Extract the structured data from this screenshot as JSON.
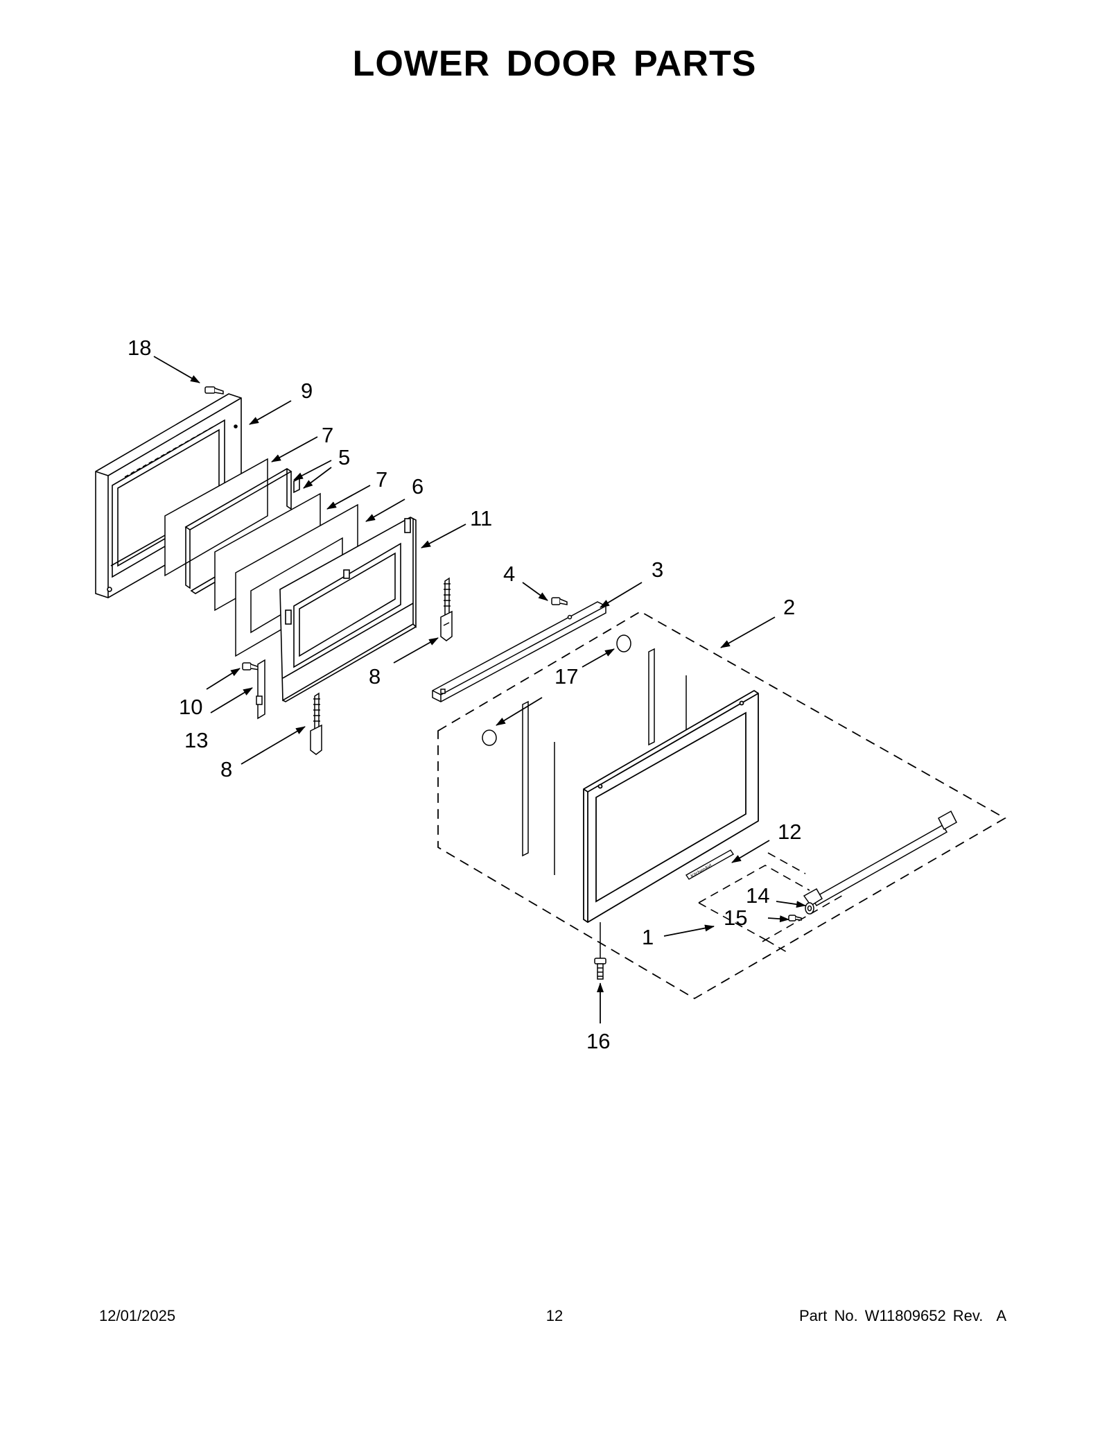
{
  "title": "LOWER DOOR PARTS",
  "footer": {
    "date": "12/01/2025",
    "page": "12",
    "part_label": "Part No.",
    "part_number": "W11809652",
    "rev": "Rev.  A"
  },
  "callouts": {
    "c18": "18",
    "c9": "9",
    "c7a": "7",
    "c5": "5",
    "c7b": "7",
    "c6": "6",
    "c11": "11",
    "c4": "4",
    "c3": "3",
    "c2": "2",
    "c17": "17",
    "c8a": "8",
    "c10": "10",
    "c13": "13",
    "c8b": "8",
    "c12": "12",
    "c14": "14",
    "c15": "15",
    "c1": "1",
    "c16": "16"
  },
  "badge_text": "KitchenAid"
}
